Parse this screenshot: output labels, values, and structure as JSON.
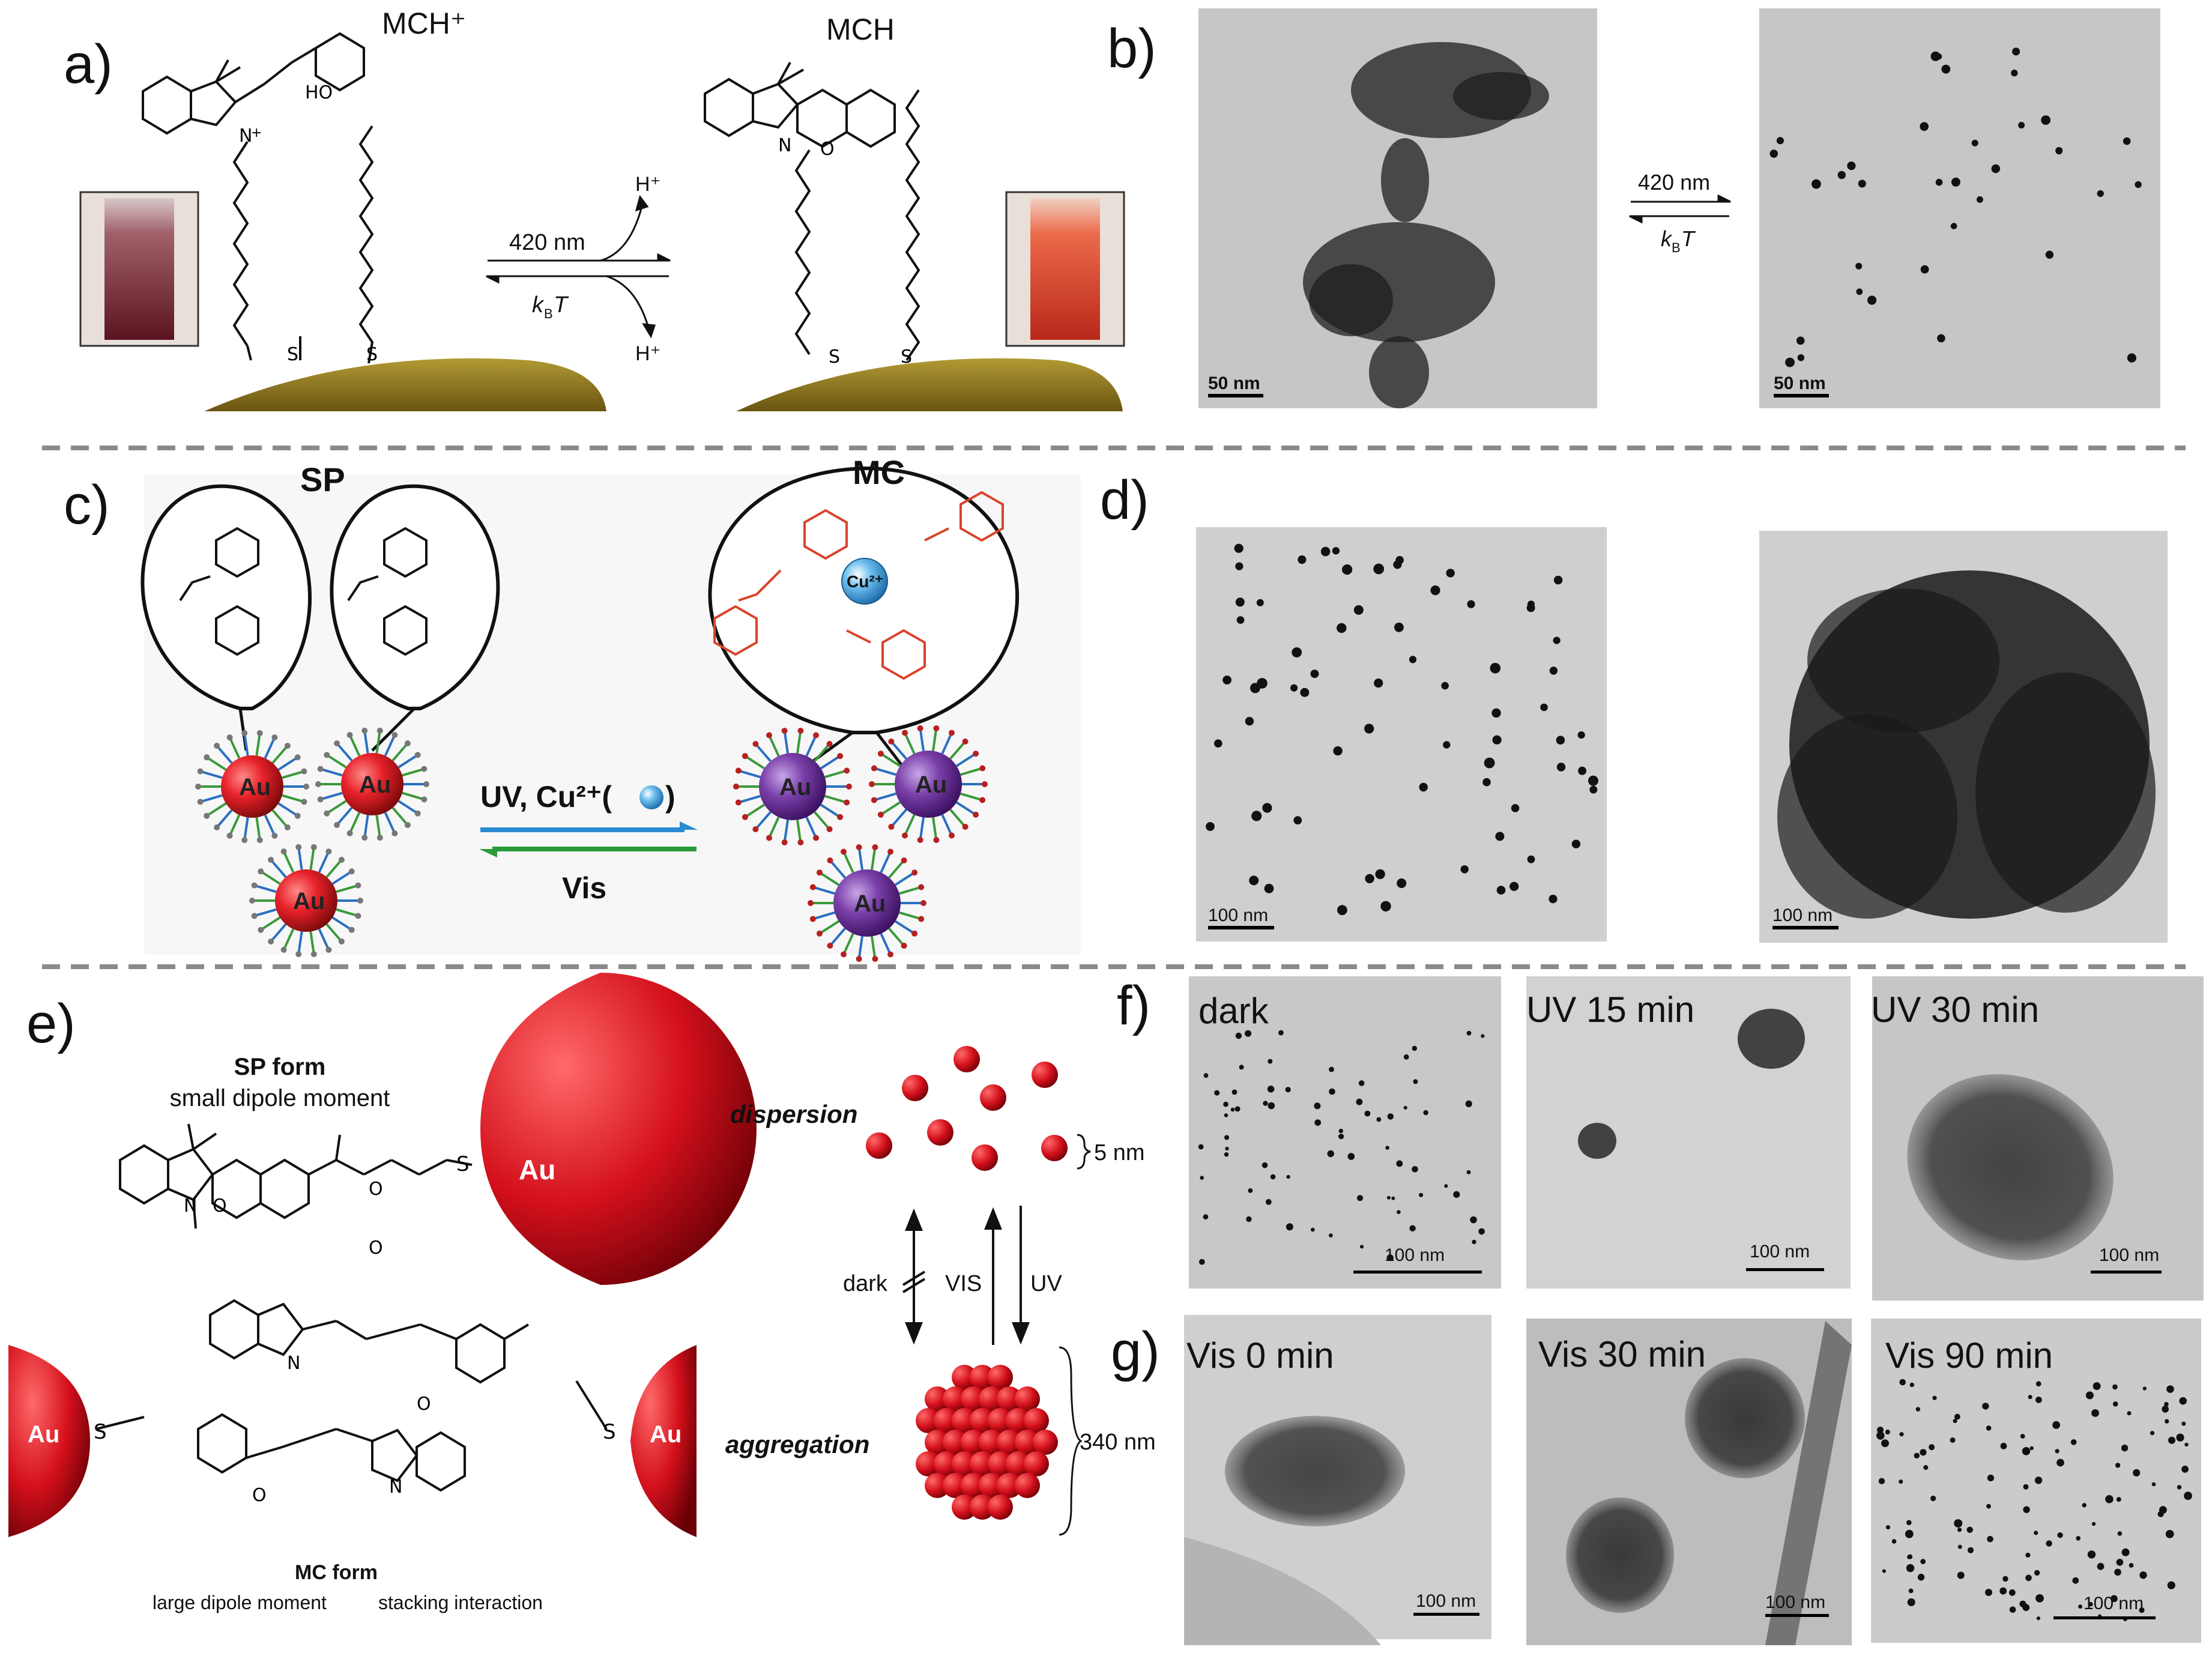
{
  "panels": {
    "a": {
      "letter": "a)",
      "left_species": "MCH⁺",
      "right_species": "MCH",
      "hydroxyl": "HO",
      "forward_condition": "420 nm",
      "reverse_condition": "k",
      "reverse_sub": "B",
      "reverse_T": "T",
      "proton_top": "H⁺",
      "proton_bottom": "H⁺",
      "sulfur": "S"
    },
    "b": {
      "letter": "b)",
      "forward_condition": "420 nm",
      "reverse_condition": "k",
      "reverse_sub": "B",
      "reverse_T": "T",
      "scale_left": "50 nm",
      "scale_right": "50 nm"
    },
    "c": {
      "letter": "c)",
      "sp_label": "SP",
      "mc_label": "MC",
      "np_label": "Au",
      "cu_label": "Cu²⁺",
      "forward_condition": "UV, Cu²⁺(",
      "reverse_condition": "Vis"
    },
    "d": {
      "letter": "d)",
      "scale_left": "100 nm",
      "scale_right": "100 nm"
    },
    "e": {
      "letter": "e)",
      "sp_form_title": "SP form",
      "sp_form_sub": "small dipole moment",
      "mc_form_title": "MC form",
      "mc_form_sub1": "large dipole moment",
      "mc_form_sub2": "stacking interaction",
      "np_label": "Au",
      "dispersion": "dispersion",
      "aggregation": "aggregation",
      "size_small": "5 nm",
      "size_large": "340 nm",
      "arrow_dark": "dark",
      "arrow_vis": "VIS",
      "arrow_uv": "UV"
    },
    "f": {
      "letter": "f)",
      "frames": [
        {
          "label": "dark",
          "scale": "100 nm"
        },
        {
          "label": "UV 15 min",
          "scale": "100 nm"
        },
        {
          "label": "UV 30 min",
          "scale": "100 nm"
        }
      ]
    },
    "g": {
      "letter": "g)",
      "frames": [
        {
          "label": "Vis 0 min",
          "scale": "100 nm"
        },
        {
          "label": "Vis 30 min",
          "scale": "100 nm"
        },
        {
          "label": "Vis 90 min",
          "scale": "100 nm"
        }
      ]
    }
  },
  "colors": {
    "gold": "#a08a2a",
    "red_np": "#e8222a",
    "purple_np": "#7a3fa8",
    "mc_red": "#d9442a",
    "arrow_blue": "#2a8ad0",
    "arrow_green": "#2a9a3a",
    "tem_bg": "#c9c9c9"
  }
}
